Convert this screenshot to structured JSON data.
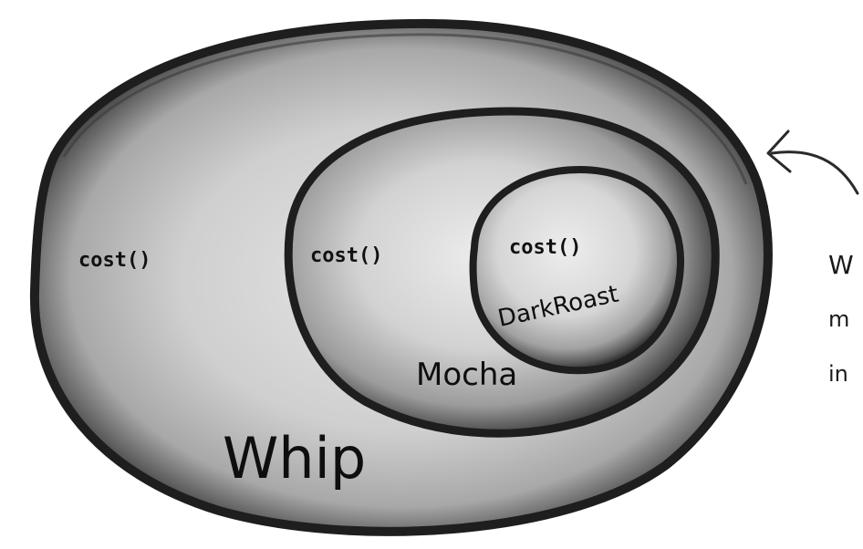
{
  "layers": [
    {
      "name": "Whip",
      "method": "cost()"
    },
    {
      "name": "Mocha",
      "method": "cost()"
    },
    {
      "name": "DarkRoast",
      "method": "cost()"
    }
  ],
  "side_note": {
    "line1": "W",
    "line2": "m",
    "line3": "in"
  }
}
